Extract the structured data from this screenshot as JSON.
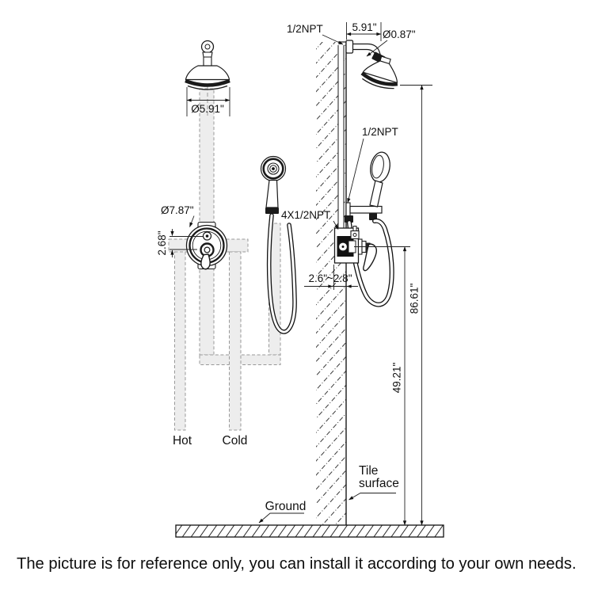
{
  "diagram_title": "shower-system-installation-diagram",
  "labels": {
    "npt_top": "1/2NPT",
    "dim_591_side": "5.91\"",
    "dia_087": "Ø0.87\"",
    "dia_591": "Ø5.91\"",
    "npt_mid": "1/2NPT",
    "dia_787": "Ø7.87\"",
    "dim_268": "2.68\"",
    "npt_4x": "4X1/2NPT",
    "dim_26_28": "2.6\"~2.8\"",
    "dim_8661": "86.61\"",
    "dim_4921": "49.21\"",
    "hot": "Hot",
    "cold": "Cold",
    "tile_line1": "Tile",
    "tile_line2": "surface",
    "ground": "Ground"
  },
  "caption": "The picture is for reference only, you can install it according to your own needs.",
  "colors": {
    "line": "#1a1a1a",
    "dimension_line": "#222222",
    "pipe_fill": "#ededed",
    "pipe_border": "#999999",
    "background": "#ffffff"
  }
}
